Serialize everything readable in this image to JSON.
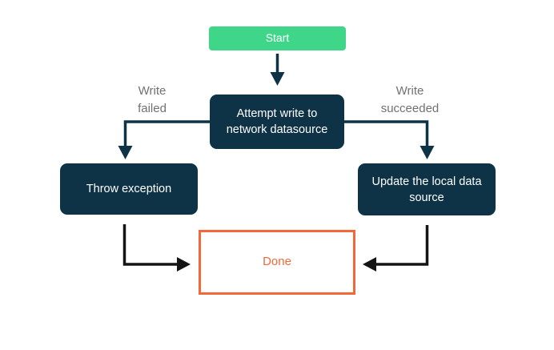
{
  "diagram": {
    "type": "flowchart",
    "nodes": {
      "start": {
        "label": "Start"
      },
      "attempt": {
        "label": "Attempt write to\nnetwork datasource"
      },
      "throw_exception": {
        "label": "Throw exception"
      },
      "update_local": {
        "label": "Update the local data\nsource"
      },
      "done": {
        "label": "Done"
      }
    },
    "edge_labels": {
      "write_failed": "Write\nfailed",
      "write_succeeded": "Write\nsucceeded"
    },
    "colors": {
      "start_green": "#3FD68A",
      "node_navy": "#0E3347",
      "done_orange": "#F26838",
      "arrow_dark": "#141414",
      "edge_label_gray": "#717171",
      "node_text": "#FFFFFF",
      "background": "#FFFFFF"
    }
  }
}
